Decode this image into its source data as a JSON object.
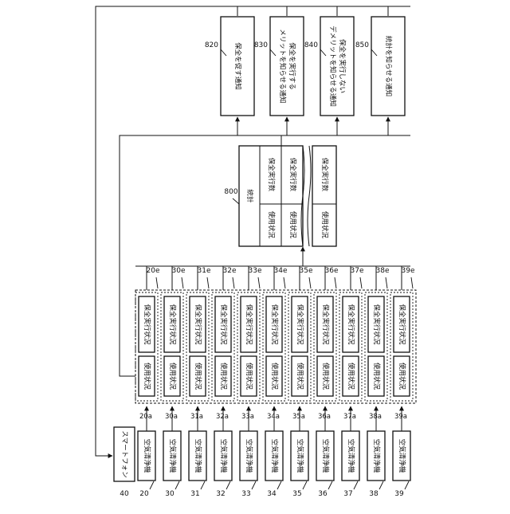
{
  "smartphone": {
    "label": "スマートフォン",
    "ref": "40"
  },
  "purifier_label": "空気清浄機",
  "usage_label": "使用状況",
  "maint_label": "保全実行状況",
  "devices": [
    {
      "ref": "20",
      "ref_a": "20a",
      "ref_e": "20e"
    },
    {
      "ref": "30",
      "ref_a": "30a",
      "ref_e": "30e"
    },
    {
      "ref": "31",
      "ref_a": "31a",
      "ref_e": "31e"
    },
    {
      "ref": "32",
      "ref_a": "32a",
      "ref_e": "32e"
    },
    {
      "ref": "33",
      "ref_a": "33a",
      "ref_e": "33e"
    },
    {
      "ref": "34",
      "ref_a": "34a",
      "ref_e": "34e"
    },
    {
      "ref": "35",
      "ref_a": "35a",
      "ref_e": "35e"
    },
    {
      "ref": "36",
      "ref_a": "36a",
      "ref_e": "36e"
    },
    {
      "ref": "37",
      "ref_a": "37a",
      "ref_e": "37e"
    },
    {
      "ref": "38",
      "ref_a": "38a",
      "ref_e": "38e"
    },
    {
      "ref": "39",
      "ref_a": "39a",
      "ref_e": "39e"
    }
  ],
  "stats": {
    "ref": "800",
    "title": "統計",
    "usage_label": "使用状況",
    "count_label": "保全実行数"
  },
  "notifications": [
    {
      "ref": "820",
      "lines": [
        "保全を促す通知"
      ]
    },
    {
      "ref": "830",
      "lines": [
        "保全を実行する",
        "メリットを知らせる通知"
      ]
    },
    {
      "ref": "840",
      "lines": [
        "保全を実行しない",
        "デメリットを知らせる通知"
      ]
    },
    {
      "ref": "850",
      "lines": [
        "統計を知らせる通知"
      ]
    }
  ]
}
